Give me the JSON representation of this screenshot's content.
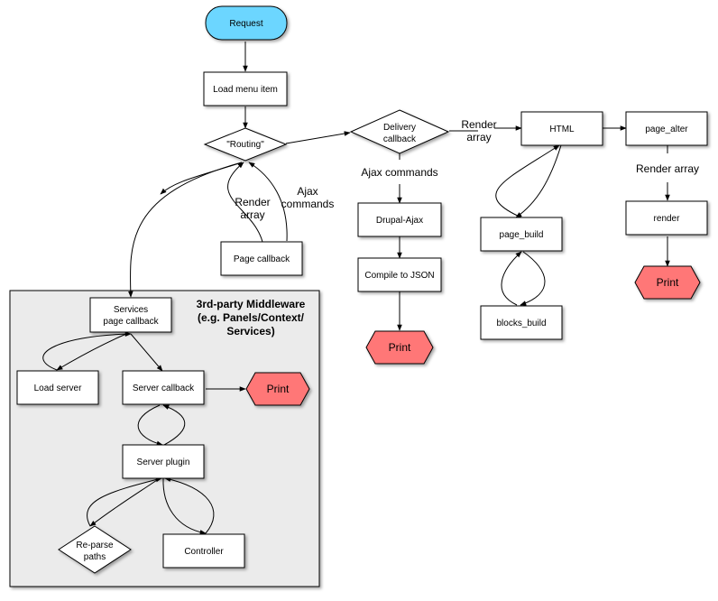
{
  "colors": {
    "start": "#6cd6ff",
    "print": "#ff7777",
    "panel": "#ebebeb",
    "edge": "#000000"
  },
  "nodes": {
    "request": "Request",
    "load_menu_item": "Load menu item",
    "routing": "\"Routing\"",
    "delivery_callback": [
      "Delivery",
      "callback"
    ],
    "page_callback": "Page callback",
    "drupal_ajax": "Drupal-Ajax",
    "compile_to_json": "Compile to JSON",
    "print_ajax": "Print",
    "html": "HTML",
    "page_build": "page_build",
    "blocks_build": "blocks_build",
    "page_alter": "page_alter",
    "render": "render",
    "print_render": "Print"
  },
  "edge_labels": {
    "render_array_left": [
      "Render",
      "array"
    ],
    "ajax_commands_left": [
      "Ajax",
      "commands"
    ],
    "render_array_top": [
      "Render",
      "array"
    ],
    "ajax_commands_mid": "Ajax commands",
    "render_array_right": "Render array"
  },
  "middleware": {
    "title": [
      "3rd-party Middleware",
      "(e.g. Panels/Context/",
      "Services)"
    ],
    "nodes": {
      "services_page_callback": [
        "Services",
        "page callback"
      ],
      "load_server": "Load server",
      "server_callback": "Server callback",
      "print": "Print",
      "server_plugin": "Server plugin",
      "reparse_paths": [
        "Re-parse",
        "paths"
      ],
      "controller": "Controller"
    }
  }
}
